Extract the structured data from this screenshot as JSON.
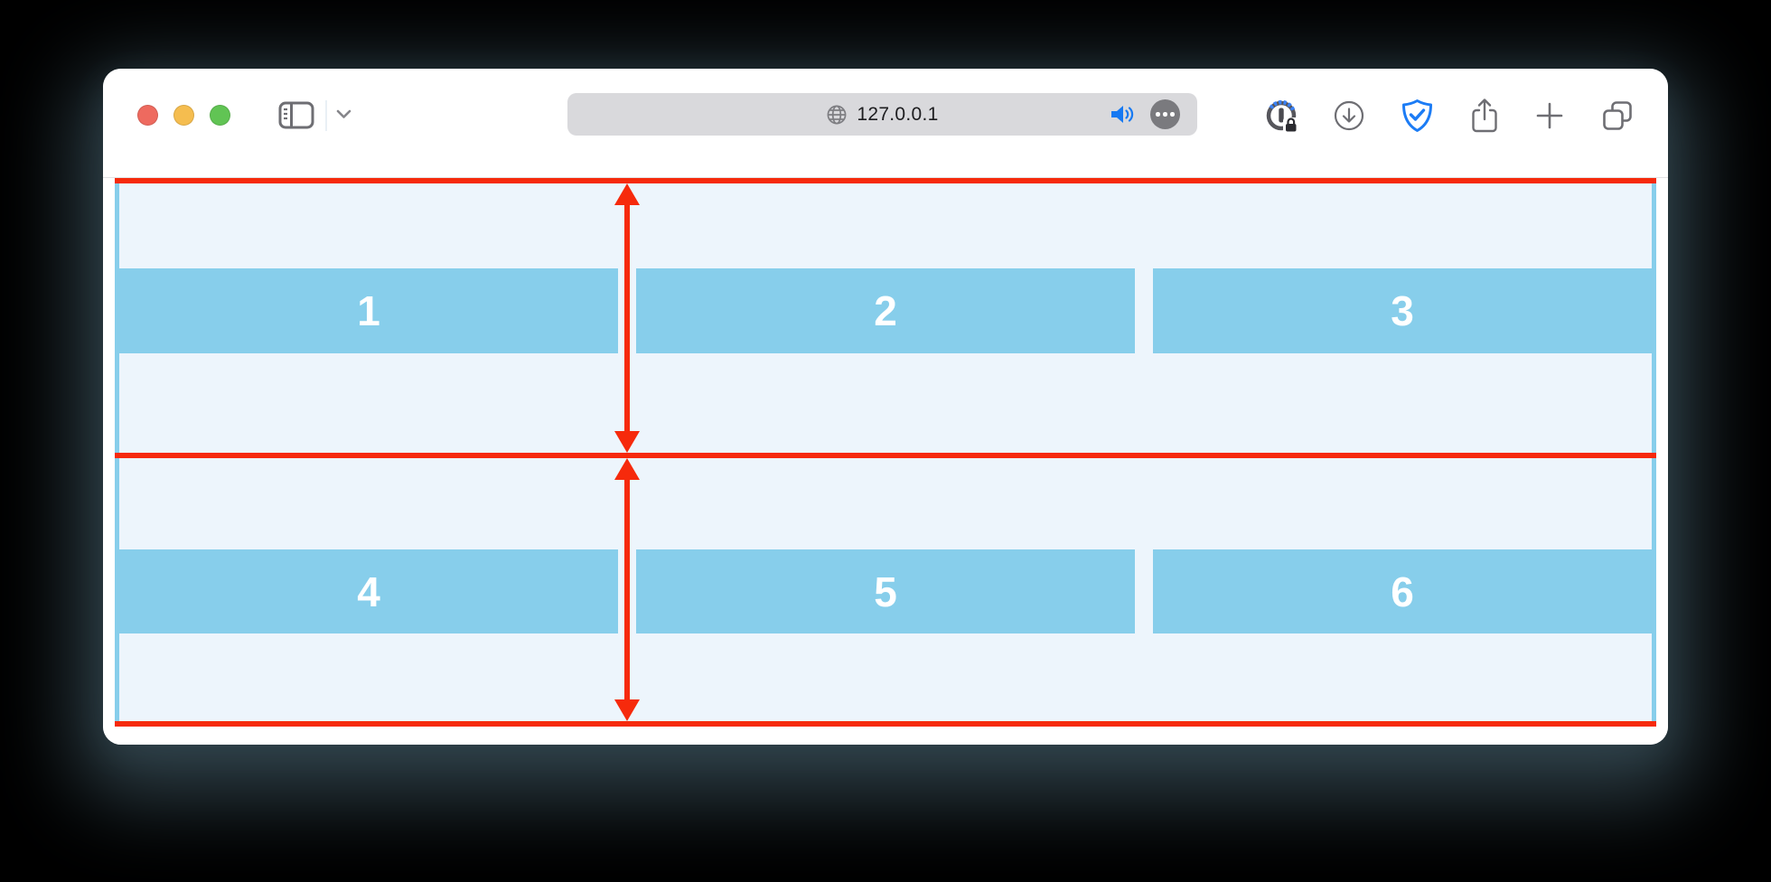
{
  "browser": {
    "url": "127.0.0.1",
    "traffic_lights": [
      "close",
      "minimize",
      "zoom"
    ],
    "toolbar_icons": [
      "sidebar-toggle-icon",
      "chevron-down-icon",
      "globe-icon",
      "audio-speaker-icon",
      "ellipsis-icon",
      "onepassword-extension-icon",
      "download-icon",
      "shield-check-icon",
      "share-icon",
      "new-tab-plus-icon",
      "tab-overview-icon"
    ],
    "colors": {
      "traffic_red": "#ee6a5f",
      "traffic_yellow": "#f5bd4f",
      "traffic_green": "#61c454",
      "urlbar_bg": "#d9d9dc",
      "speaker_blue": "#1779f2",
      "shield_blue": "#1c7cf5",
      "icon_gray": "#6e6e73"
    }
  },
  "page": {
    "rows": [
      {
        "boxes": [
          "1",
          "2",
          "3"
        ]
      },
      {
        "boxes": [
          "4",
          "5",
          "6"
        ]
      }
    ],
    "annotations": [
      "row-1-height-arrow",
      "row-2-height-arrow",
      "top-line",
      "middle-line",
      "bottom-line"
    ],
    "colors": {
      "box_blue": "#87ceeb",
      "row_background": "#edf5fc",
      "container_border": "#87ceeb",
      "annotation_red": "#f62a0c"
    }
  }
}
